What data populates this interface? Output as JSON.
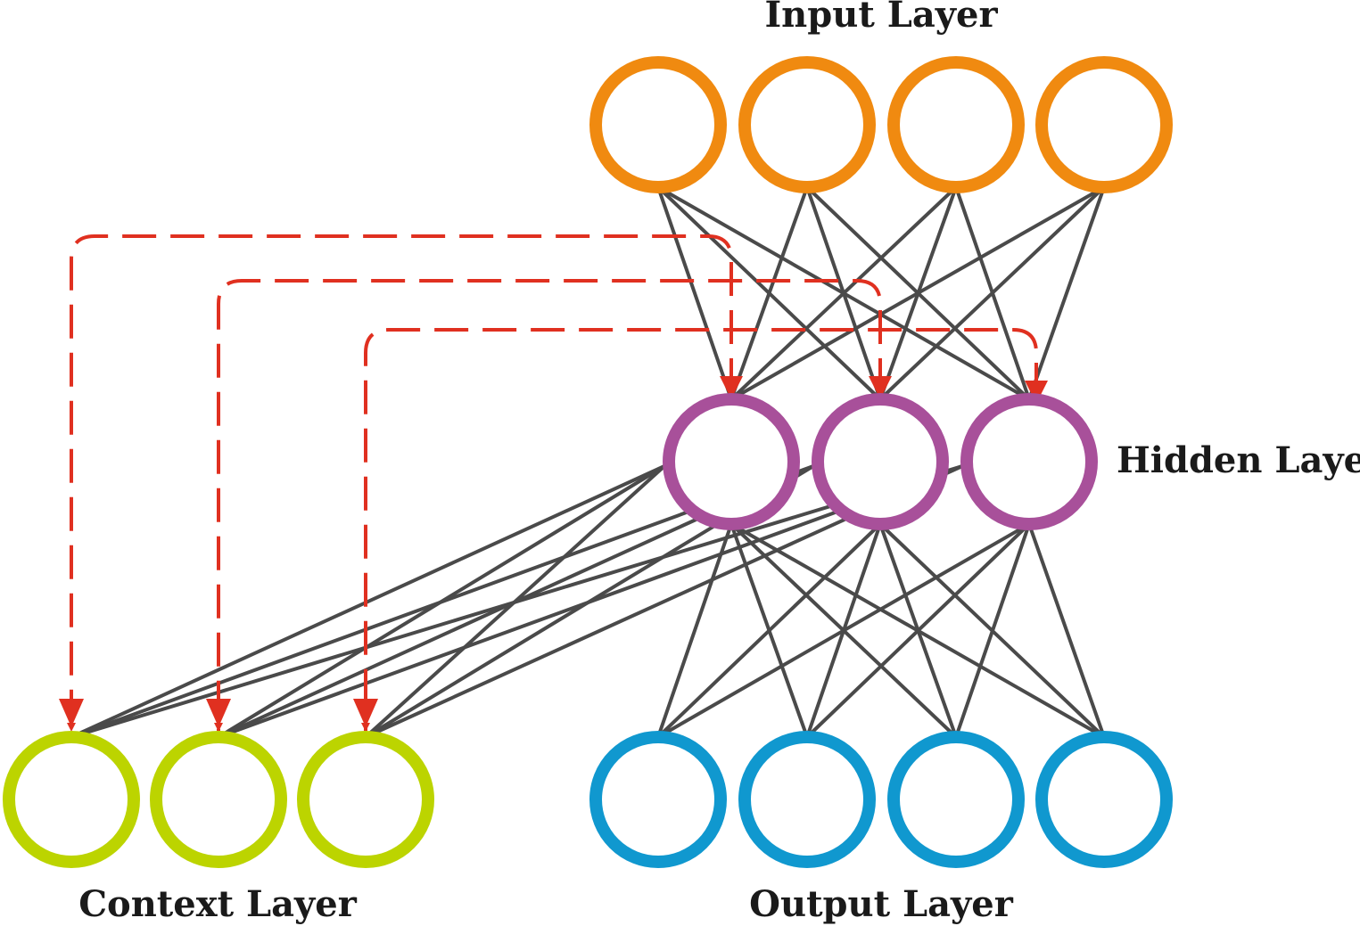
{
  "labels": {
    "input": "Input Layer",
    "hidden": "Hidden Layer",
    "context": "Context Layer",
    "output": "Output Layer"
  },
  "layers": {
    "input": {
      "count": 4,
      "color": "#f08a10"
    },
    "hidden": {
      "count": 3,
      "color": "#a8509a"
    },
    "context": {
      "count": 3,
      "color": "#bcd400"
    },
    "output": {
      "count": 4,
      "color": "#1098cf"
    }
  },
  "edge_color": "#4a4a4a",
  "recurrent_color": "#e03020"
}
